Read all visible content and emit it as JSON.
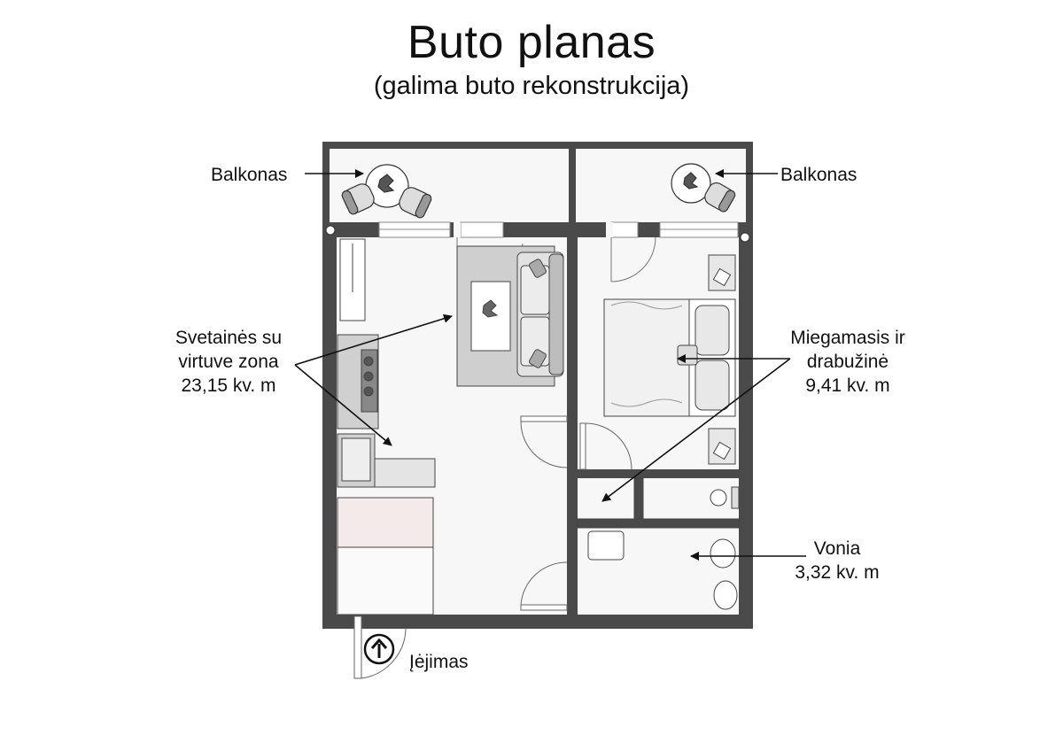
{
  "title": "Buto planas",
  "subtitle": "(galima buto rekonstrukcija)",
  "labels": {
    "balcony_left": "Balkonas",
    "balcony_right": "Balkonas",
    "living": [
      "Svetainės su",
      "virtuve zona",
      "23,15 kv. m"
    ],
    "bedroom": [
      "Miegamasis ir",
      "drabužinė",
      "9,41 kv. m"
    ],
    "bath": [
      "Vonia",
      "3,32 kv. m"
    ],
    "entrance": "Įėjimas"
  },
  "colors": {
    "wall": "#4a4a4a",
    "floor": "#f7f7f7",
    "rug": "#cfcfcf",
    "sofa": "#d9d9d9",
    "counter": "#bdbdbd",
    "bed_accent": "#f5eaea"
  }
}
